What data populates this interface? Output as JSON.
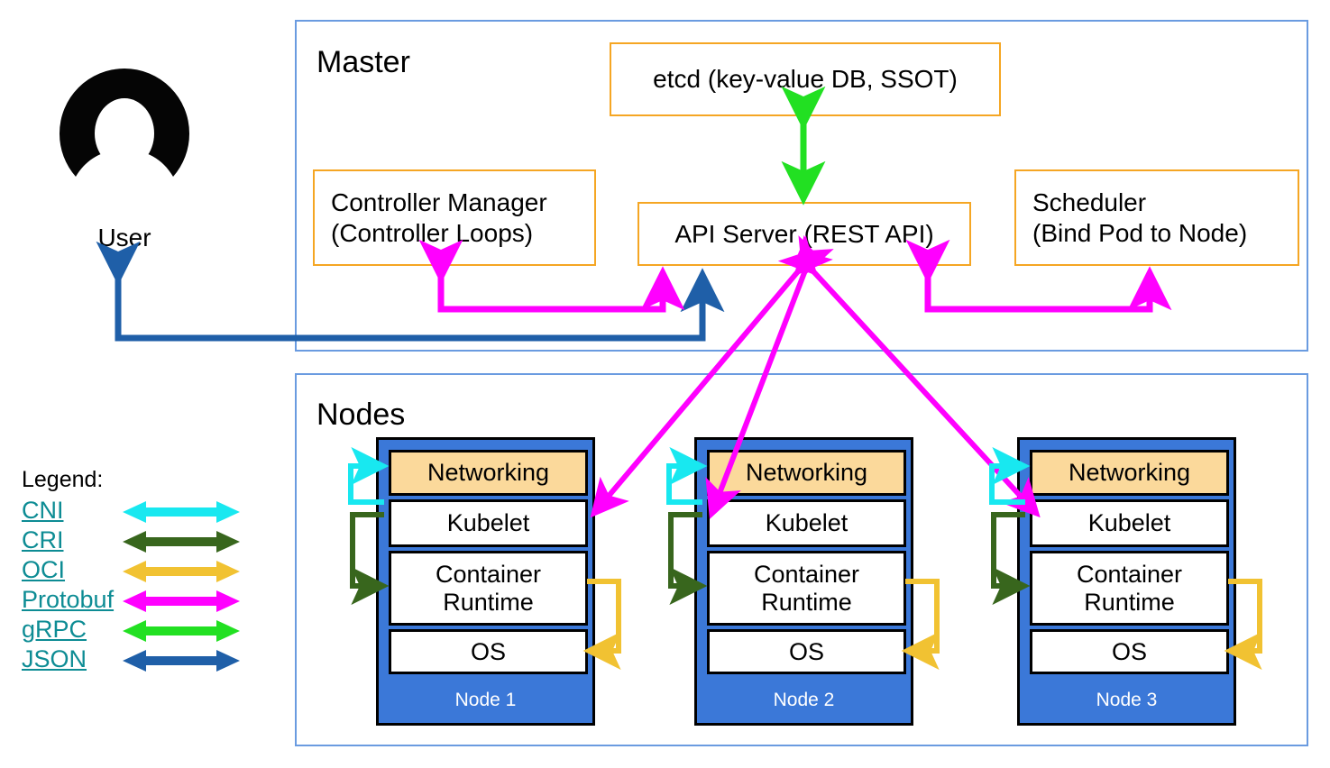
{
  "diagram": {
    "title": "Kubernetes Architecture"
  },
  "user": {
    "label": "User",
    "icon": "user-avatar-icon"
  },
  "master": {
    "title": "Master",
    "components": [
      {
        "id": "etcd",
        "label": "etcd (key-value DB, SSOT)"
      },
      {
        "id": "controller-manager",
        "line1": "Controller Manager",
        "line2": "(Controller Loops)"
      },
      {
        "id": "api-server",
        "label": "API Server (REST API)"
      },
      {
        "id": "scheduler",
        "line1": "Scheduler",
        "line2": "(Bind Pod to Node)"
      }
    ]
  },
  "nodes_section": {
    "title": "Nodes",
    "layer_labels": {
      "networking": "Networking",
      "kubelet": "Kubelet",
      "container_runtime_line1": "Container",
      "container_runtime_line2": "Runtime",
      "os": "OS"
    },
    "nodes": [
      {
        "name": "Node 1"
      },
      {
        "name": "Node 2"
      },
      {
        "name": "Node 3"
      }
    ]
  },
  "legend": {
    "heading": "Legend:",
    "items": [
      {
        "label": "CNI",
        "color": "#18e8f0"
      },
      {
        "label": "CRI",
        "color": "#38661d"
      },
      {
        "label": "OCI",
        "color": "#f1c232"
      },
      {
        "label": "Protobuf",
        "color": "#ff00ff"
      },
      {
        "label": "gRPC",
        "color": "#22e022"
      },
      {
        "label": "JSON",
        "color": "#1f5fa8"
      }
    ]
  },
  "colors": {
    "group_border": "#6a9be0",
    "component_border": "#f5a623",
    "node_fill": "#3b78d8",
    "networking_fill": "#fbd99b",
    "link_text": "#0d8c94",
    "cni": "#18e8f0",
    "cri": "#38661d",
    "oci": "#f1c232",
    "protobuf": "#ff00ff",
    "grpc": "#22e022",
    "json": "#1f5fa8"
  }
}
